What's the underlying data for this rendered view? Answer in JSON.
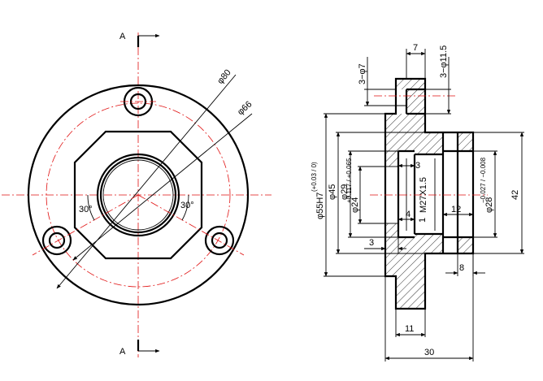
{
  "section_marks": {
    "top": "A",
    "bottom": "A"
  },
  "front_view": {
    "outer_diameter_label": "φ80",
    "bolt_circle_label": "φ66",
    "angle_left_label": "30°",
    "angle_right_label": "30°"
  },
  "section_view": {
    "top_width_label": "7",
    "hole_label_top": "3−φ11.5",
    "hole_label_left": "3−φ7",
    "thread_label": "M27X1.5",
    "dim_3_top": "3",
    "dim_3_bottom": "3",
    "dim_4": "4",
    "dim_1": "1",
    "dim_12": "12",
    "dim_8": "8",
    "dim_11": "11",
    "dim_30": "30",
    "dim_42": "42",
    "phi45": "φ45",
    "phi29": "φ29",
    "phi24": "φ24",
    "phi24_tol": "+0.117 / +0.065",
    "phi28": "φ28",
    "phi28_tol": "−0.027 / −0.008",
    "phi55": "φ55H7",
    "phi55_tol": "(+0.03 / 0)"
  },
  "colors": {
    "outline": "#000000",
    "centerline": "#e01010"
  }
}
